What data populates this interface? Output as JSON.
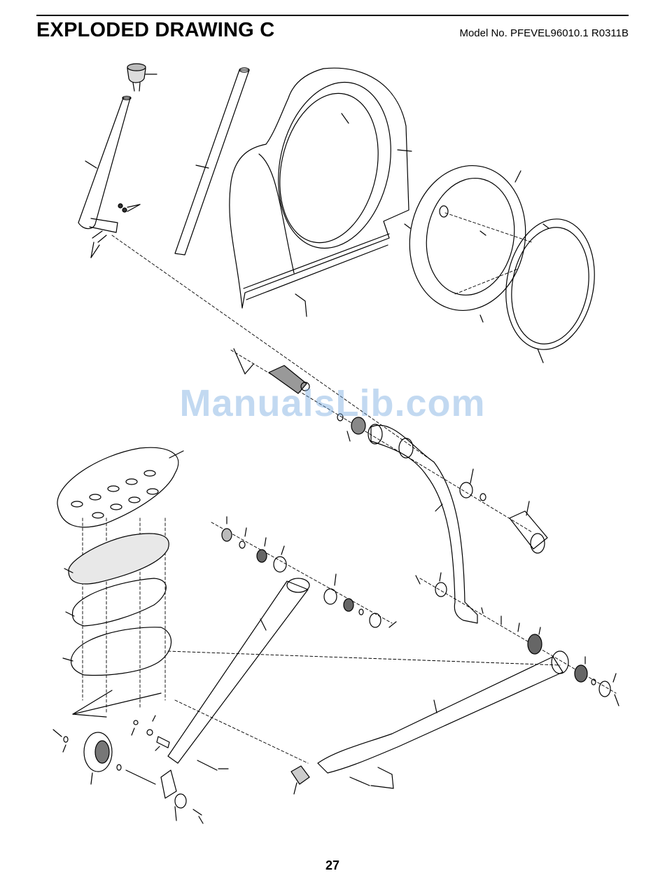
{
  "header": {
    "title": "EXPLODED DRAWING C",
    "model": "Model No. PFEVEL96010.1 R0311B"
  },
  "footer": {
    "page_number": "27"
  },
  "watermark": {
    "text": "ManualsLib.com",
    "color": "#78aae1"
  }
}
